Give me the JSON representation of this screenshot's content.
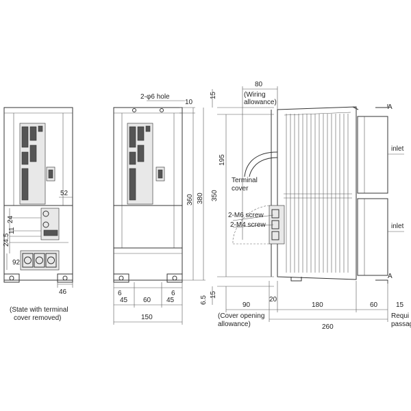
{
  "labels": {
    "hole": "2-φ6 hole",
    "wiring_allowance_1": "(Wiring",
    "wiring_allowance_2": "allowance)",
    "terminal_cover_1": "Terminal",
    "terminal_cover_2": "cover",
    "screw_m6": "2-M6 screw",
    "screw_m4": "2-M4 screw",
    "inlet_top": "inlet",
    "inlet_bottom": "inlet",
    "section_a_top": "A",
    "section_a_bottom": "A",
    "state_note_1": "(State with terminal",
    "state_note_2": "cover removed)",
    "cover_opening_1": "(Cover opening",
    "cover_opening_2": "allowance)",
    "required_1": "Requi",
    "required_2": "passag"
  },
  "dimensions": {
    "d52": "52",
    "d24": "24",
    "d11": "11",
    "d24_5": "24.5",
    "d92": "92",
    "d46": "46",
    "d10": "10",
    "d360": "360",
    "d380": "380",
    "d6a": "6",
    "d6b": "6",
    "d45a": "45",
    "d60": "60",
    "d45b": "45",
    "d150": "150",
    "d80": "80",
    "d15_top": "15",
    "d195": "195",
    "d350": "350",
    "d6_5": "6.5",
    "d15_side": "15",
    "d90": "90",
    "d20": "20",
    "d180": "180",
    "d60_side": "60",
    "d15_right": "15",
    "d260": "260"
  }
}
